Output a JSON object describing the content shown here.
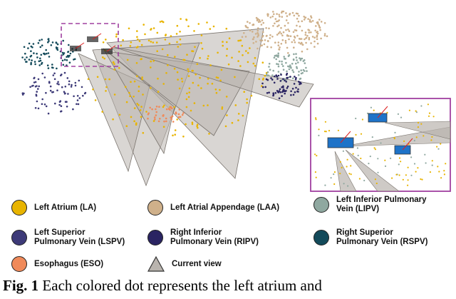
{
  "figure": {
    "colors": {
      "left_atrium": "#e8b400",
      "left_atrial_appendage": "#cfb08a",
      "left_inferior_pulmonary_vein": "#8fa8a0",
      "left_superior_pulmonary_vein": "#3d3a78",
      "right_inferior_pulmonary_vein": "#2a2462",
      "right_superior_pulmonary_vein": "#134a5a",
      "esophagus": "#f08a5a",
      "current_view": "#b9b4ae",
      "inset_border": "#a040a0"
    }
  },
  "legend": {
    "items": [
      {
        "label": "Left Atrium (LA)",
        "color": "#e8b400",
        "shape": "circle"
      },
      {
        "label": "Left Atrial Appendage (LAA)",
        "color": "#cfb08a",
        "shape": "circle"
      },
      {
        "label": "Left Inferior Pulmonary\nVein (LIPV)",
        "color": "#8fa8a0",
        "shape": "circle"
      },
      {
        "label": "Left Superior\nPulmonary Vein (LSPV)",
        "color": "#3d3a78",
        "shape": "circle"
      },
      {
        "label": "Right Inferior\nPulmonary Vein (RIPV)",
        "color": "#2a2462",
        "shape": "circle"
      },
      {
        "label": "Right Superior\nPulmonary Vein (RSPV)",
        "color": "#134a5a",
        "shape": "circle"
      },
      {
        "label": "Esophagus (ESO)",
        "color": "#f08a5a",
        "shape": "circle"
      },
      {
        "label": "Current view",
        "color": "#b9b4ae",
        "shape": "triangle"
      }
    ]
  },
  "caption": {
    "prefix": "Fig. 1",
    "text": " Each colored dot represents the left atrium and"
  }
}
